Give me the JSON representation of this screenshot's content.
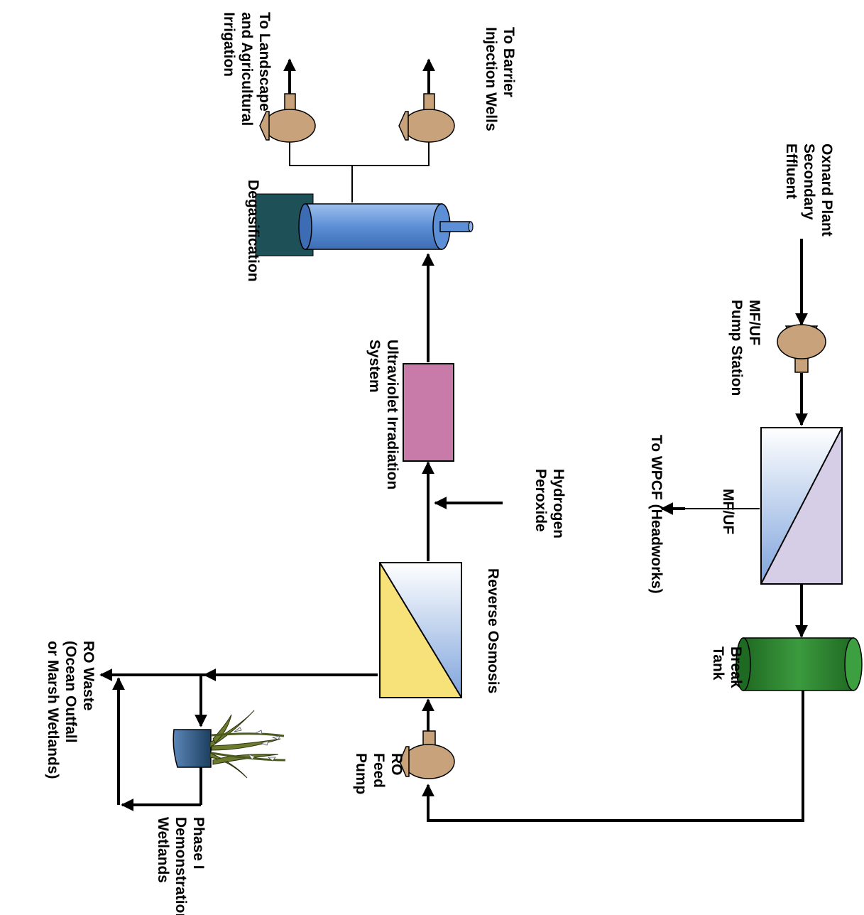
{
  "diagram": {
    "source": "Oxnard Plant\nSecondary\nEffluent",
    "mfuf_pump": "MF/UF\nPump Station",
    "mfuf_reject_label": "MF/UF",
    "mfuf_reject_dest": "To WPCF (Headworks)",
    "break_tank": "Break\nTank",
    "ro_feed_pump": "RO\nFeed\nPump",
    "reverse_osmosis": "Reverse Osmosis",
    "hydrogen_peroxide": "Hydrogen\nPeroxide",
    "uv_system": "Ultraviolet Irradiation\nSystem",
    "degasification": "Degasification",
    "to_barrier": "To Barrier\nInjection Wells",
    "to_landscape": "To Landscape\nand Agricultural\nIrrigation",
    "ro_waste": "RO Waste\n(Ocean Outfall\nor Marsh Wetlands)",
    "wetlands": "Phase I\nDemonstration\nWetlands"
  },
  "colors": {
    "pump": "#c8a27b",
    "break_tank": "#2e7d32",
    "uv": "#c87aa8",
    "degas_tank": "#1e5058",
    "degas_cylinder": "#5c8fd6",
    "ro_yellow": "#f7e27a",
    "mf_lilac": "#d6cde6",
    "membrane_blue": "#7fa4dc"
  }
}
